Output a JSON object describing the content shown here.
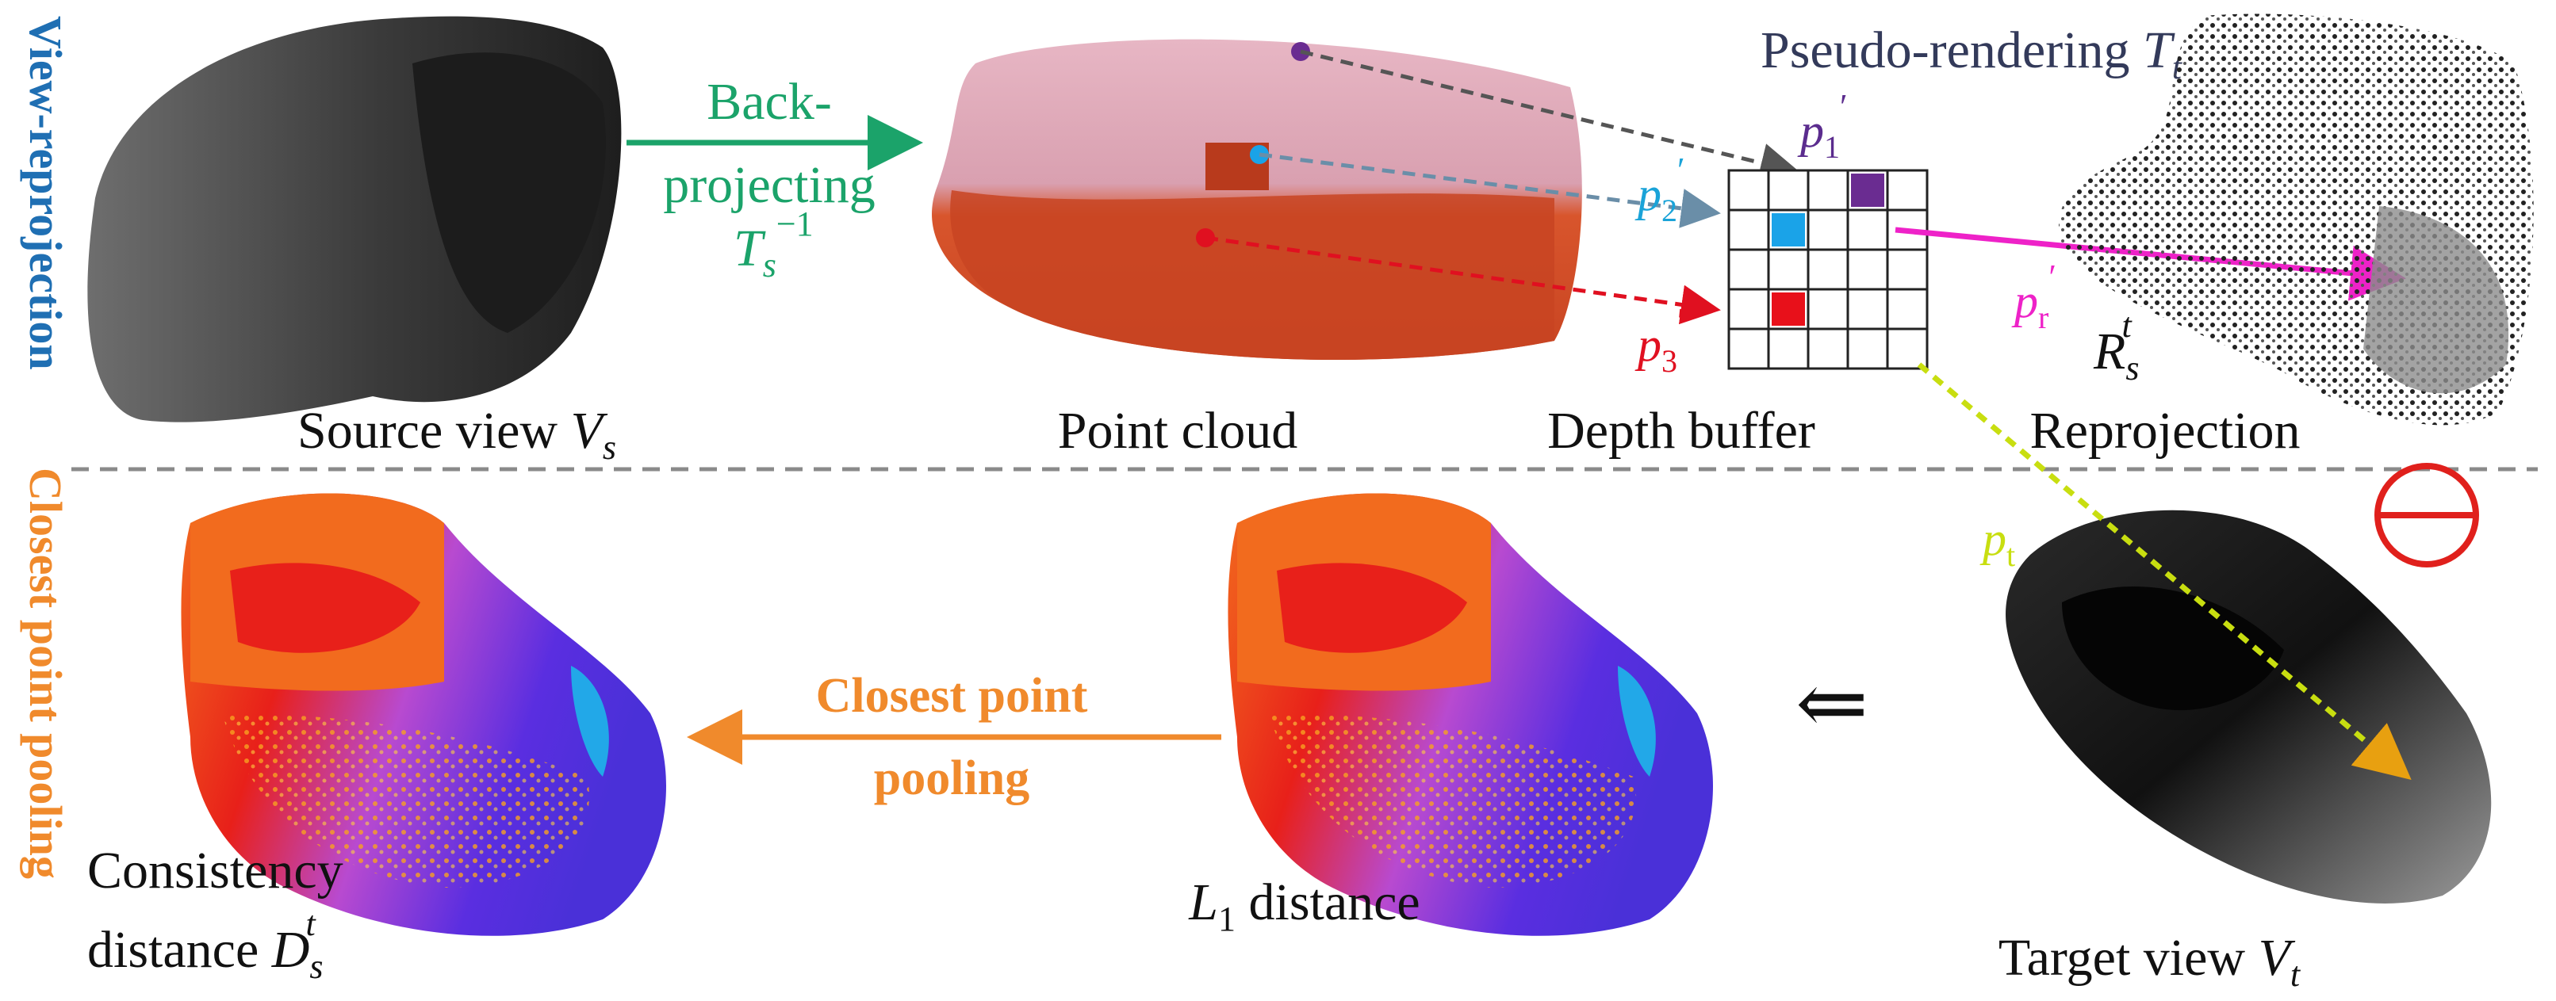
{
  "side_labels": {
    "top": "View-reprojection",
    "bottom": "Closest point pooling"
  },
  "labels": {
    "source_view": "Source view",
    "source_view_sym": "V",
    "source_view_sub": "s",
    "point_cloud": "Point cloud",
    "depth_buffer": "Depth buffer",
    "reprojection": "Reprojection",
    "reproj_sym": "R",
    "reproj_sub": "s",
    "reproj_sup": "t",
    "target_view": "Target view",
    "target_view_sym": "V",
    "target_view_sub": "t",
    "l1_sym": "L",
    "l1_sub": "1",
    "l1_text": " distance",
    "consistency_line1": "Consistency",
    "consistency_line2": "distance",
    "consistency_sym": "D",
    "consistency_sub": "s",
    "consistency_sup": "t"
  },
  "arrows": {
    "back_line1": "Back-",
    "back_line2": "projecting",
    "back_sym": "T",
    "back_sub": "s",
    "back_sup": "−1",
    "pooling_line1": "Closest point",
    "pooling_line2": "pooling",
    "implies": "⇐"
  },
  "pseudo": {
    "text": "Pseudo-rendering ",
    "sym": "T",
    "sub": "t"
  },
  "points": {
    "p1": "p",
    "p1_sub": "1",
    "p1_prime": "′",
    "p2": "p",
    "p2_sub": "2",
    "p2_prime": "′",
    "p3": "p",
    "p3_sub": "3",
    "p3_prime": "′",
    "pr": "p",
    "pr_sub": "r",
    "pr_prime": "′",
    "pt": "p",
    "pt_sub": "t"
  },
  "depth_grid": {
    "rows": 5,
    "cols": 5,
    "filled": [
      {
        "row": 0,
        "col": 3,
        "color": "#6a2c91"
      },
      {
        "row": 1,
        "col": 1,
        "color": "#1aa3e8"
      },
      {
        "row": 3,
        "col": 1,
        "color": "#e8101a"
      }
    ]
  },
  "colors": {
    "green": "#1ba36a",
    "orange": "#f08a2c",
    "blue": "#1f6fb3",
    "purple": "#5b2c8e",
    "cyan": "#1aa3d8",
    "red": "#e01020",
    "magenta": "#ee22c8",
    "yellow": "#c8de10",
    "minus_red": "#e0201c"
  },
  "icons": {
    "minus": "circle-minus-icon"
  }
}
